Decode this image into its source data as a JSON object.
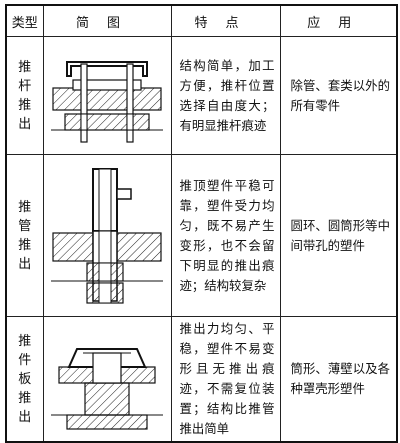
{
  "header": {
    "type": "类型",
    "diagram": "简图",
    "features": "特点",
    "application": "应用"
  },
  "rows": [
    {
      "type_chars": [
        "推",
        "杆",
        "推",
        "出"
      ],
      "features": "结构简单，加工方便，推杆位置选择自由度大；有明显推杆痕迹",
      "application": "除管、套类以外的所有零件"
    },
    {
      "type_chars": [
        "推",
        "管",
        "推",
        "出"
      ],
      "features": "推顶塑件平稳可靠，塑件受力均匀，既不易产生变形，也不会留下明显的推出痕迹；结构较复杂",
      "application": "圆环、圆筒形等中间带孔的塑件"
    },
    {
      "type_chars": [
        "推",
        "件",
        "板",
        "推",
        "出"
      ],
      "features": "推出力均匀、平稳，塑件不易变形且无推出痕迹，不需复位装置；结构比推管推出简单",
      "application": "筒形、薄壁以及各种罩壳形塑件"
    }
  ]
}
